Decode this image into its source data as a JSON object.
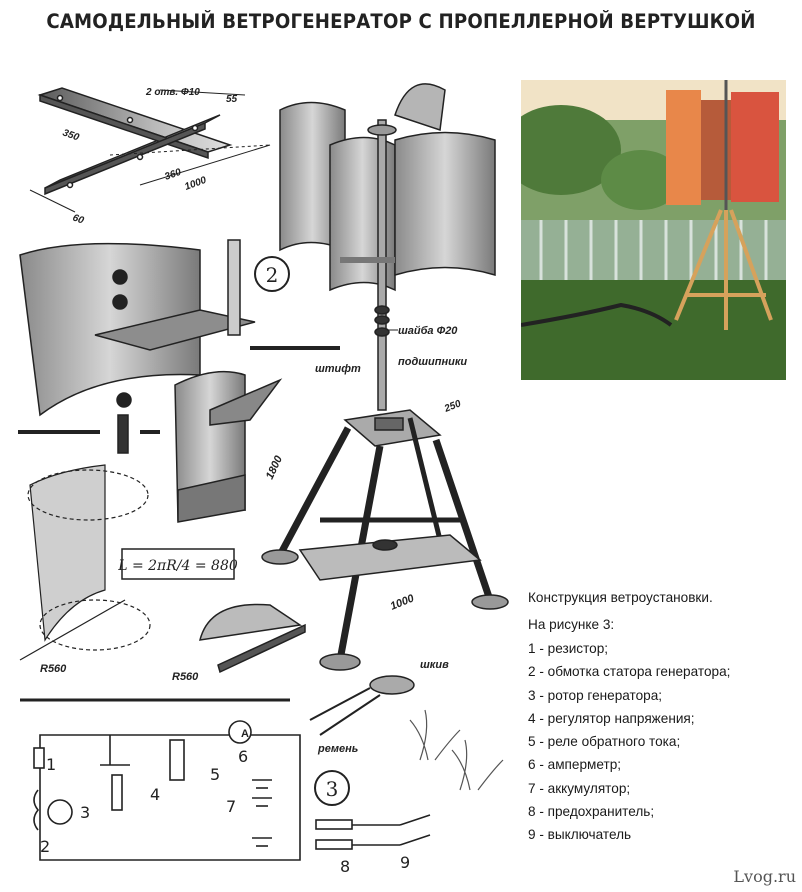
{
  "title": "САМОДЕЛЬНЫЙ ВЕТРОГЕНЕРАТОР С ПРОПЕЛЛЕРНОЙ ВЕРТУШКОЙ",
  "figure_numbers": {
    "n2": "2",
    "n3": "3"
  },
  "labels": {
    "shaft_label": "шайба Ф20",
    "pin_label": "штифт",
    "bearings_label": "подшипники",
    "pulley_label": "шкив",
    "belts_label": "ремень",
    "formula": "L = 2πR/4 = 880",
    "radius_a": "R560",
    "radius_b": "R560",
    "dim_1800": "1800",
    "dim_1000": "1000",
    "dim_360": "360",
    "dim_60": "60",
    "dim_350": "350",
    "dim_1000b": "1000",
    "dim_sheet": "2 отв. Ф10",
    "dim_55": "55",
    "dim_250": "250"
  },
  "circuit_numbers": {
    "c1": "1",
    "c2": "2",
    "c3": "3",
    "c4": "4",
    "c5": "5",
    "c6": "6",
    "c7": "7",
    "c8": "8",
    "c9": "9",
    "ammeter": "A"
  },
  "legend": {
    "heading": "Конструкция ветроустановки.",
    "subheading": "На рисунке 3:",
    "items": [
      "1 - резистор;",
      "2 - обмотка статора генератора;",
      "3 - ротор генератора;",
      "4 - регулятор напряжения;",
      "5 - реле обратного тока;",
      "6 - амперметр;",
      "7 - аккумулятор;",
      "8 - предохранитель;",
      "9 - выключатель"
    ]
  },
  "watermark": "Lvog.ru",
  "colors": {
    "panel_red": "#d9543f",
    "panel_orange": "#e8874a",
    "grass": "#3f6a2c",
    "sky": "#f1e3c6",
    "ink": "#2a2a2a"
  }
}
